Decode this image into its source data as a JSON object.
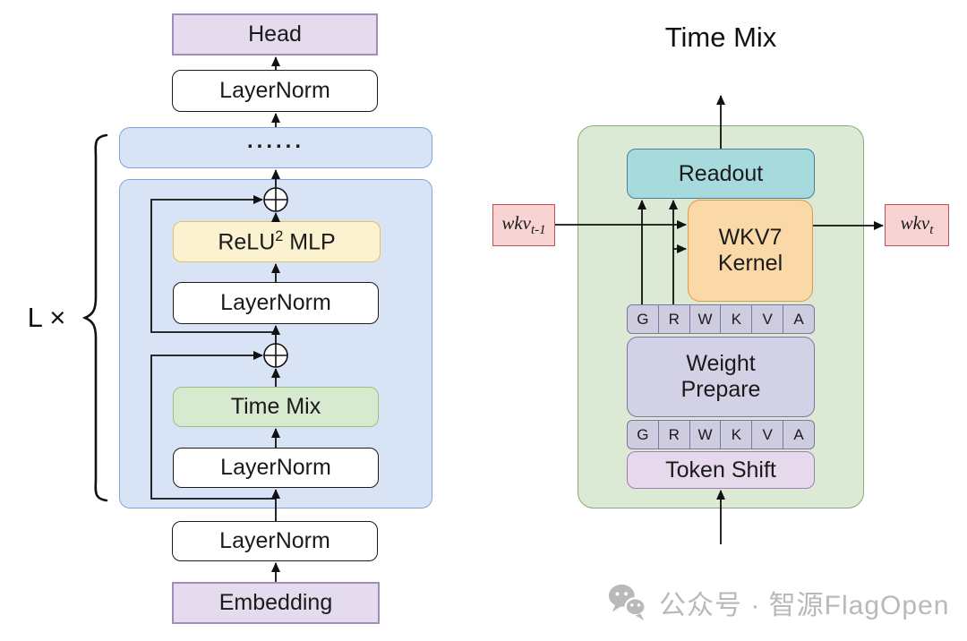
{
  "left_panel": {
    "repeat_label": "L ×",
    "head_label": "Head",
    "layernorm_top_label": "LayerNorm",
    "dots_label": "......",
    "block": {
      "mlp_label": {
        "base": "ReLU",
        "sup": "2",
        "rest": " MLP"
      },
      "layernorm_mlp_label": "LayerNorm",
      "time_mix_label": "Time Mix",
      "layernorm_tm_label": "LayerNorm"
    },
    "layernorm_bottom_label": "LayerNorm",
    "embedding_label": "Embedding"
  },
  "right_panel": {
    "title": "Time Mix",
    "readout_label": "Readout",
    "kernel_label": {
      "line1": "WKV7",
      "line2": "Kernel"
    },
    "cells": [
      "G",
      "R",
      "W",
      "K",
      "V",
      "A"
    ],
    "weight_prepare_label": {
      "line1": "Weight",
      "line2": "Prepare"
    },
    "token_shift_label": "Token Shift",
    "wkv_prev_label": {
      "base": "wkv",
      "sub": "t-1"
    },
    "wkv_out_label": {
      "base": "wkv",
      "sub": "t"
    }
  },
  "watermark": {
    "text": "公众号 · 智源FlagOpen"
  },
  "colors": {
    "purple_fill": "#e4dcee",
    "purple_border": "#a08cbd",
    "blue_fill": "#d8e4f6",
    "blue_border": "#7ca6dc",
    "yellow_fill": "#fdf2cf",
    "yellow_border": "#e2bf6c",
    "green_fill": "#d7e9cf",
    "green_border": "#93c47d",
    "container_green_fill": "#dcead5",
    "container_green_border": "#87ab77",
    "teal_fill": "#a6dadd",
    "teal_border": "#46829e",
    "orange_fill": "#fad8a8",
    "orange_border": "#dc9a44",
    "lavender_fill": "#d3d1e5",
    "lavender_border": "#7d76a0",
    "token_shift_fill": "#e6d9eb",
    "token_shift_border": "#9f7fae",
    "wkv_fill": "#f7d4d3",
    "wkv_border": "#c0504d",
    "arrow_color": "#111111",
    "watermark_color": "#b9b9b9"
  }
}
